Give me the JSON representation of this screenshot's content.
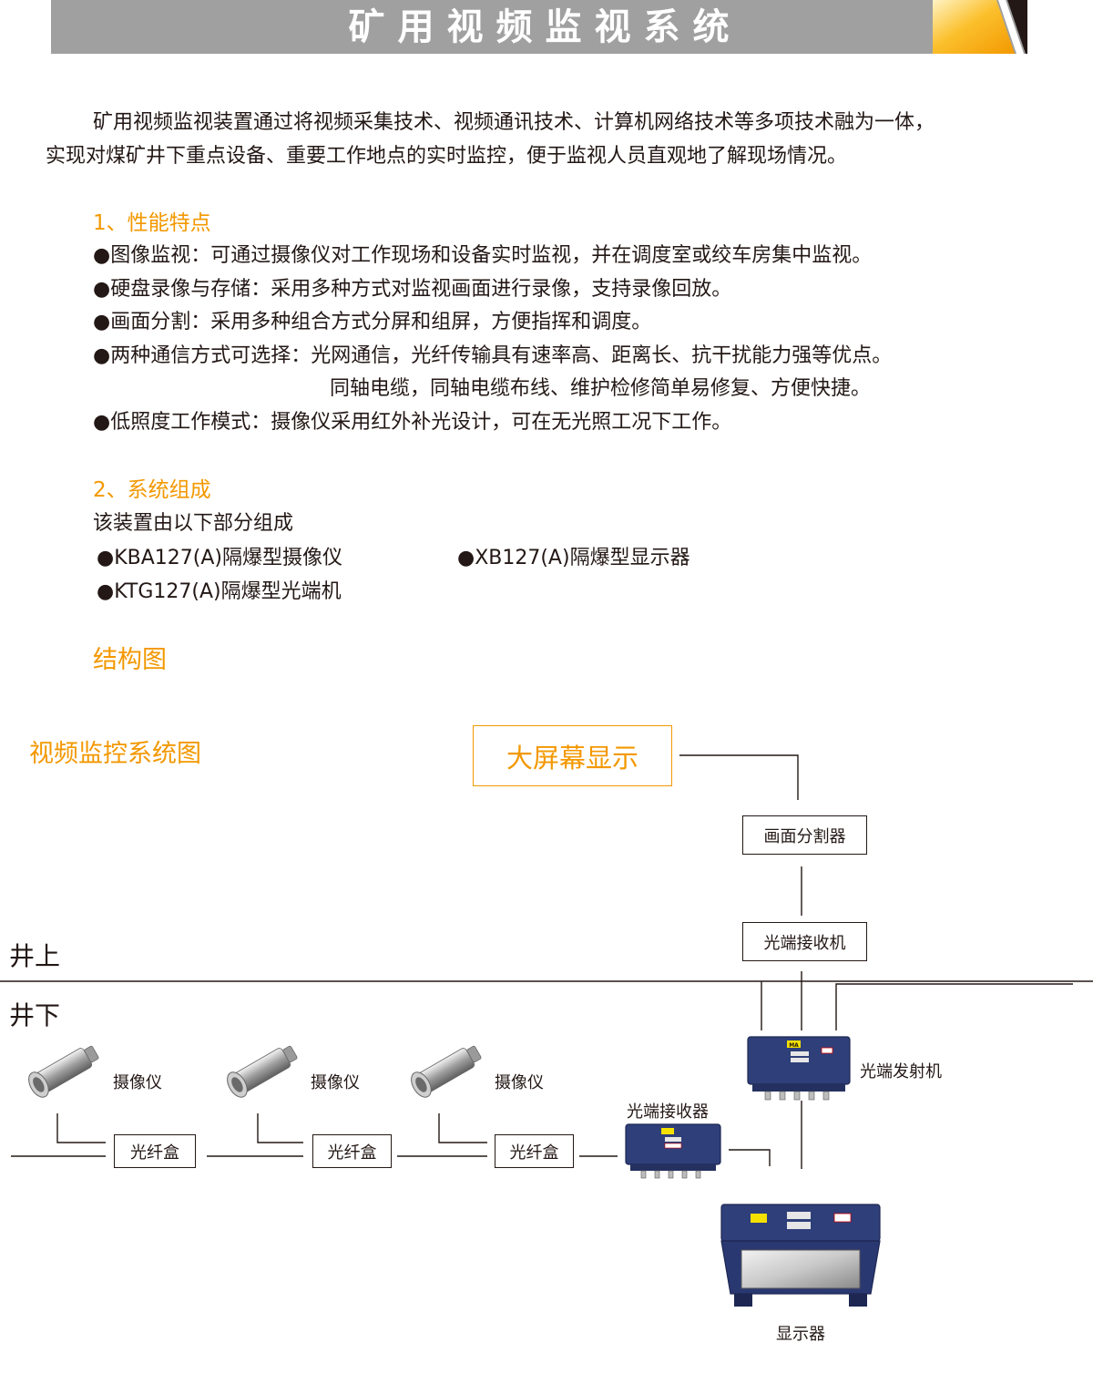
{
  "header": {
    "title": "矿用视频监视系统",
    "accent_color": "#f39800"
  },
  "intro": {
    "line1": "矿用视频监视装置通过将视频采集技术、视频通讯技术、计算机网络技术等多项技术融为一体，",
    "line2": "实现对煤矿井下重点设备、重要工作地点的实时监控，便于监视人员直观地了解现场情况。"
  },
  "features": {
    "heading": "1、性能特点",
    "items": [
      "●图像监视：可通过摄像仪对工作现场和设备实时监视，并在调度室或绞车房集中监视。",
      "●硬盘录像与存储：采用多种方式对监视画面进行录像，支持录像回放。",
      "●画面分割：采用多种组合方式分屏和组屏，方便指挥和调度。",
      "●两种通信方式可选择：光网通信，光纤传输具有速率高、距离长、抗干扰能力强等优点。",
      "同轴电缆，同轴电缆布线、维护检修简单易修复、方便快捷。",
      "●低照度工作模式：摄像仪采用红外补光设计，可在无光照工况下工作。"
    ]
  },
  "composition": {
    "heading": "2、系统组成",
    "intro": "该装置由以下部分组成",
    "items": [
      "●KBA127(A)隔爆型摄像仪",
      "●XB127(A)隔爆型显示器",
      "●KTG127(A)隔爆型光端机"
    ]
  },
  "structure_heading": "结构图",
  "diagram": {
    "title": "视频监控系统图",
    "big_screen": "大屏幕显示",
    "splitter": "画面分割器",
    "optical_receiver_top": "光端接收机",
    "zone_above": "井上",
    "zone_below": "井下",
    "camera_label": "摄像仪",
    "fiber_box": "光纤盒",
    "optical_transmitter": "光端发射机",
    "optical_receiver_bottom": "光端接收器",
    "display": "显示器",
    "badge_text": "MA"
  }
}
